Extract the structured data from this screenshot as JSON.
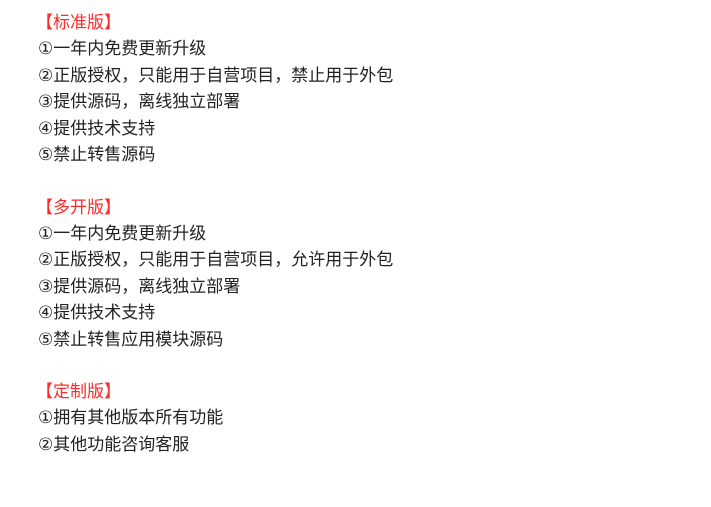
{
  "sections": [
    {
      "title": "【标准版】",
      "items": [
        "①一年内免费更新升级",
        "②正版授权，只能用于自营项目，禁止用于外包",
        "③提供源码，离线独立部署",
        "④提供技术支持",
        "⑤禁止转售源码"
      ]
    },
    {
      "title": "【多开版】",
      "items": [
        "①一年内免费更新升级",
        "②正版授权，只能用于自营项目，允许用于外包",
        "③提供源码，离线独立部署",
        "④提供技术支持",
        "⑤禁止转售应用模块源码"
      ]
    },
    {
      "title": "【定制版】",
      "items": [
        "①拥有其他版本所有功能",
        "②其他功能咨询客服"
      ]
    }
  ],
  "colors": {
    "heading": "#ff2a2a",
    "text": "#222222",
    "background": "#ffffff"
  }
}
